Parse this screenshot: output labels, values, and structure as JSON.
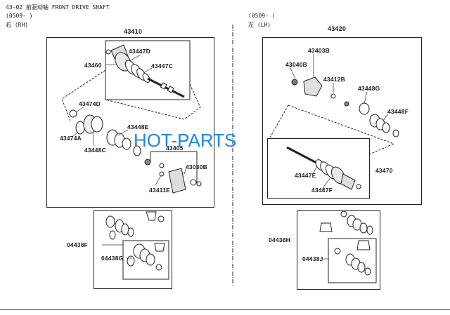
{
  "header": {
    "code": "43-02",
    "title_cn": "前驱动轴",
    "title_en": "FRONT DRIVE SHAFT",
    "left_date": "(0509-      )",
    "right_date": "(0509-      )",
    "left_side": "右 (RH)",
    "right_side": "左 (LH)"
  },
  "watermark": "HOT-PARTS",
  "labels_rh": {
    "assy": "43410",
    "shaft": "43460",
    "p43447d": "43447D",
    "p43447c": "43447C",
    "p43474d": "43474D",
    "p43474a": "43474A",
    "p43448e": "43448E",
    "p43448c": "43448C",
    "p43405": "43405",
    "p43030b": "43030B",
    "p43411e": "43411E",
    "kit": "04438F",
    "kit_inner": "04438G"
  },
  "labels_lh": {
    "assy": "43420",
    "p43403b": "43403B",
    "p43040b": "43040B",
    "p43412b": "43412B",
    "p43448g": "43448G",
    "p43448f": "43448F",
    "shaft": "43470",
    "p43447e": "43447E",
    "p43447f": "43447F",
    "kit": "04438H",
    "kit_inner": "04438J"
  }
}
